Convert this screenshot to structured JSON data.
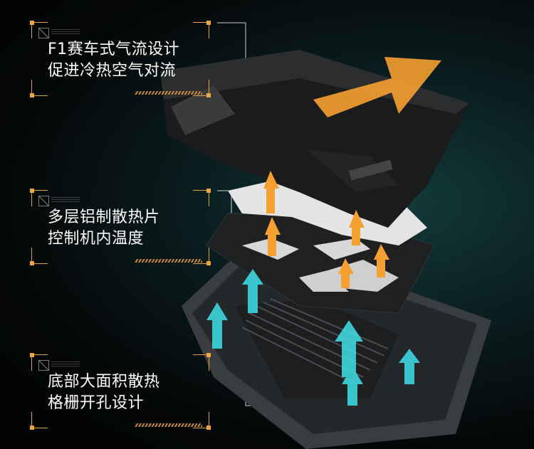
{
  "callouts": [
    {
      "line1": "F1赛车式气流设计",
      "line2": "促进冷热空气对流"
    },
    {
      "line1": "多层铝制散热片",
      "line2": "控制机内温度"
    },
    {
      "line1": "底部大面积散热",
      "line2": "格栅开孔设计"
    }
  ],
  "colors": {
    "accent": "#f0a640",
    "cool_arrow": "#3fe0e8",
    "warm_arrow": "#f5a030"
  }
}
